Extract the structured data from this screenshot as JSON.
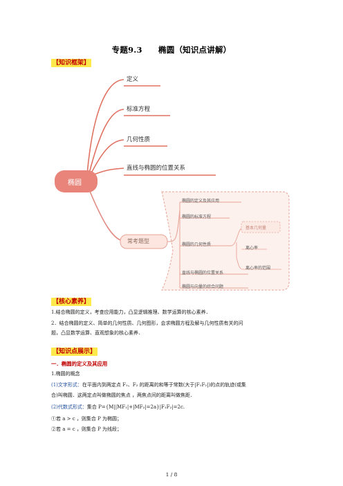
{
  "title": "专题9.3　　椭圆（知识点讲解）",
  "sections": {
    "framework": "【知识框架】",
    "literacy": "【核心素养】",
    "display": "【知识点展示】"
  },
  "mindmap": {
    "root": "椭圆",
    "branches": [
      "定义",
      "标准方程",
      "几何性质",
      "直线与椭圆的位置关系"
    ],
    "exam_root": "常考题型",
    "exam_items": [
      "椭圆的定义及其应用",
      "椭圆的标准方程",
      "椭圆的几何性质",
      "直线与椭圆的位置关系",
      "椭圆与向量的综合问题"
    ],
    "geo_items": [
      "基本几何量",
      "离心率",
      "离心率的范围"
    ]
  },
  "literacy": {
    "line1": "1.结合椭圆的定义，考查应用能力，凸显逻辑推理、数学运算的核心素养．",
    "line2": "2．结合椭圆的定义、简单的几何性质、几何图形，会求椭圆方程及解与几何性质有关的问",
    "line3": "题，凸显数学运算、直观想象的核心素养．"
  },
  "knowledge": {
    "heading": "一．椭圆的定义及其应用",
    "sub": "1.椭圆的概念",
    "text1_prefix": "(1)文字形式：",
    "text1_body": "在平面内到两定点 F₁、F₂ 的距离的和等于常数(大于|F₁F₂|)的点的轨迹(或集",
    "text1_cont": "合)叫椭圆．这两定点叫做椭圆的焦点 ，两焦点间的距离叫做焦距．",
    "text2_prefix": "(2)代数式形式：",
    "text2_body": "集合 P={M||MF₁|+|MF₂|=2a}|F₁F₂|=2c.",
    "item1": "①若 a > c ，则集合 P 为椭圆；",
    "item2": "②若 a = c ，则集合 P 为线段；"
  },
  "footer": "1 / 8"
}
